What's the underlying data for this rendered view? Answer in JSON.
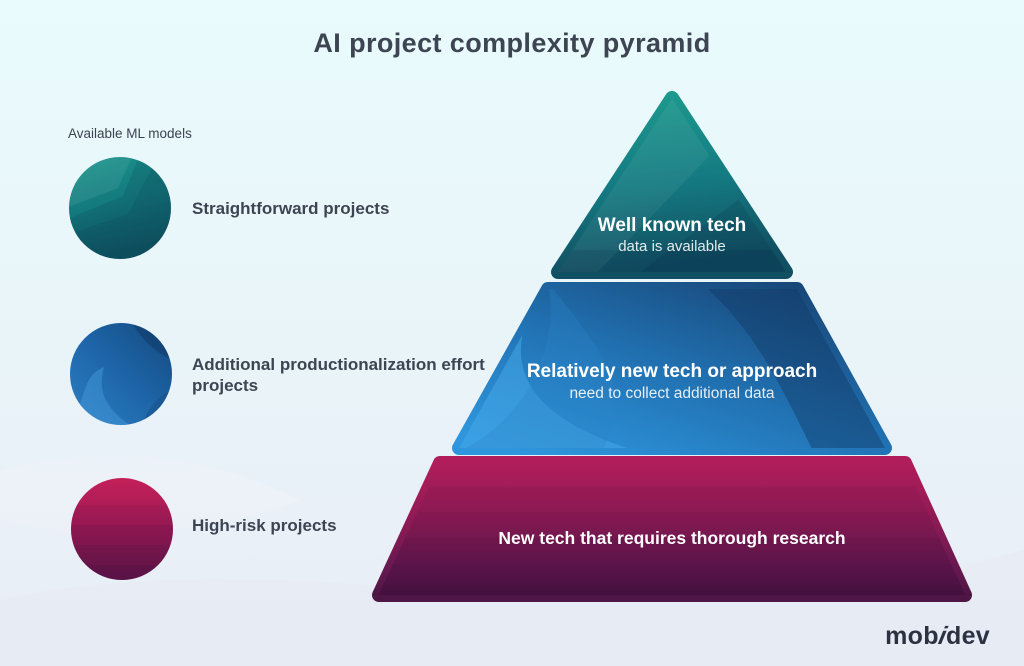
{
  "title": "AI project complexity pyramid",
  "legend": {
    "heading": "Available ML models",
    "items": [
      {
        "label": "Straightforward projects",
        "color": "#13787c"
      },
      {
        "label": "Additional productionalization effort projects",
        "color": "#1d65a8"
      },
      {
        "label": "High-risk projects",
        "color": "#a81a58"
      }
    ]
  },
  "pyramid": {
    "tiers": [
      {
        "title": "Well known tech",
        "subtitle": "data is available",
        "color_top": "#1d9b8e",
        "color_bottom": "#114f62"
      },
      {
        "title": "Relatively new tech or approach",
        "subtitle": "need to collect additional data",
        "color_dark": "#173f6e",
        "color_light": "#2f96dd"
      },
      {
        "title": "New tech that requires thorough research",
        "color_top": "#b01d5a",
        "color_bottom": "#4d1644"
      }
    ]
  },
  "footer": {
    "logo_part1": "mob",
    "logo_part2": "i",
    "logo_part3": "dev"
  }
}
